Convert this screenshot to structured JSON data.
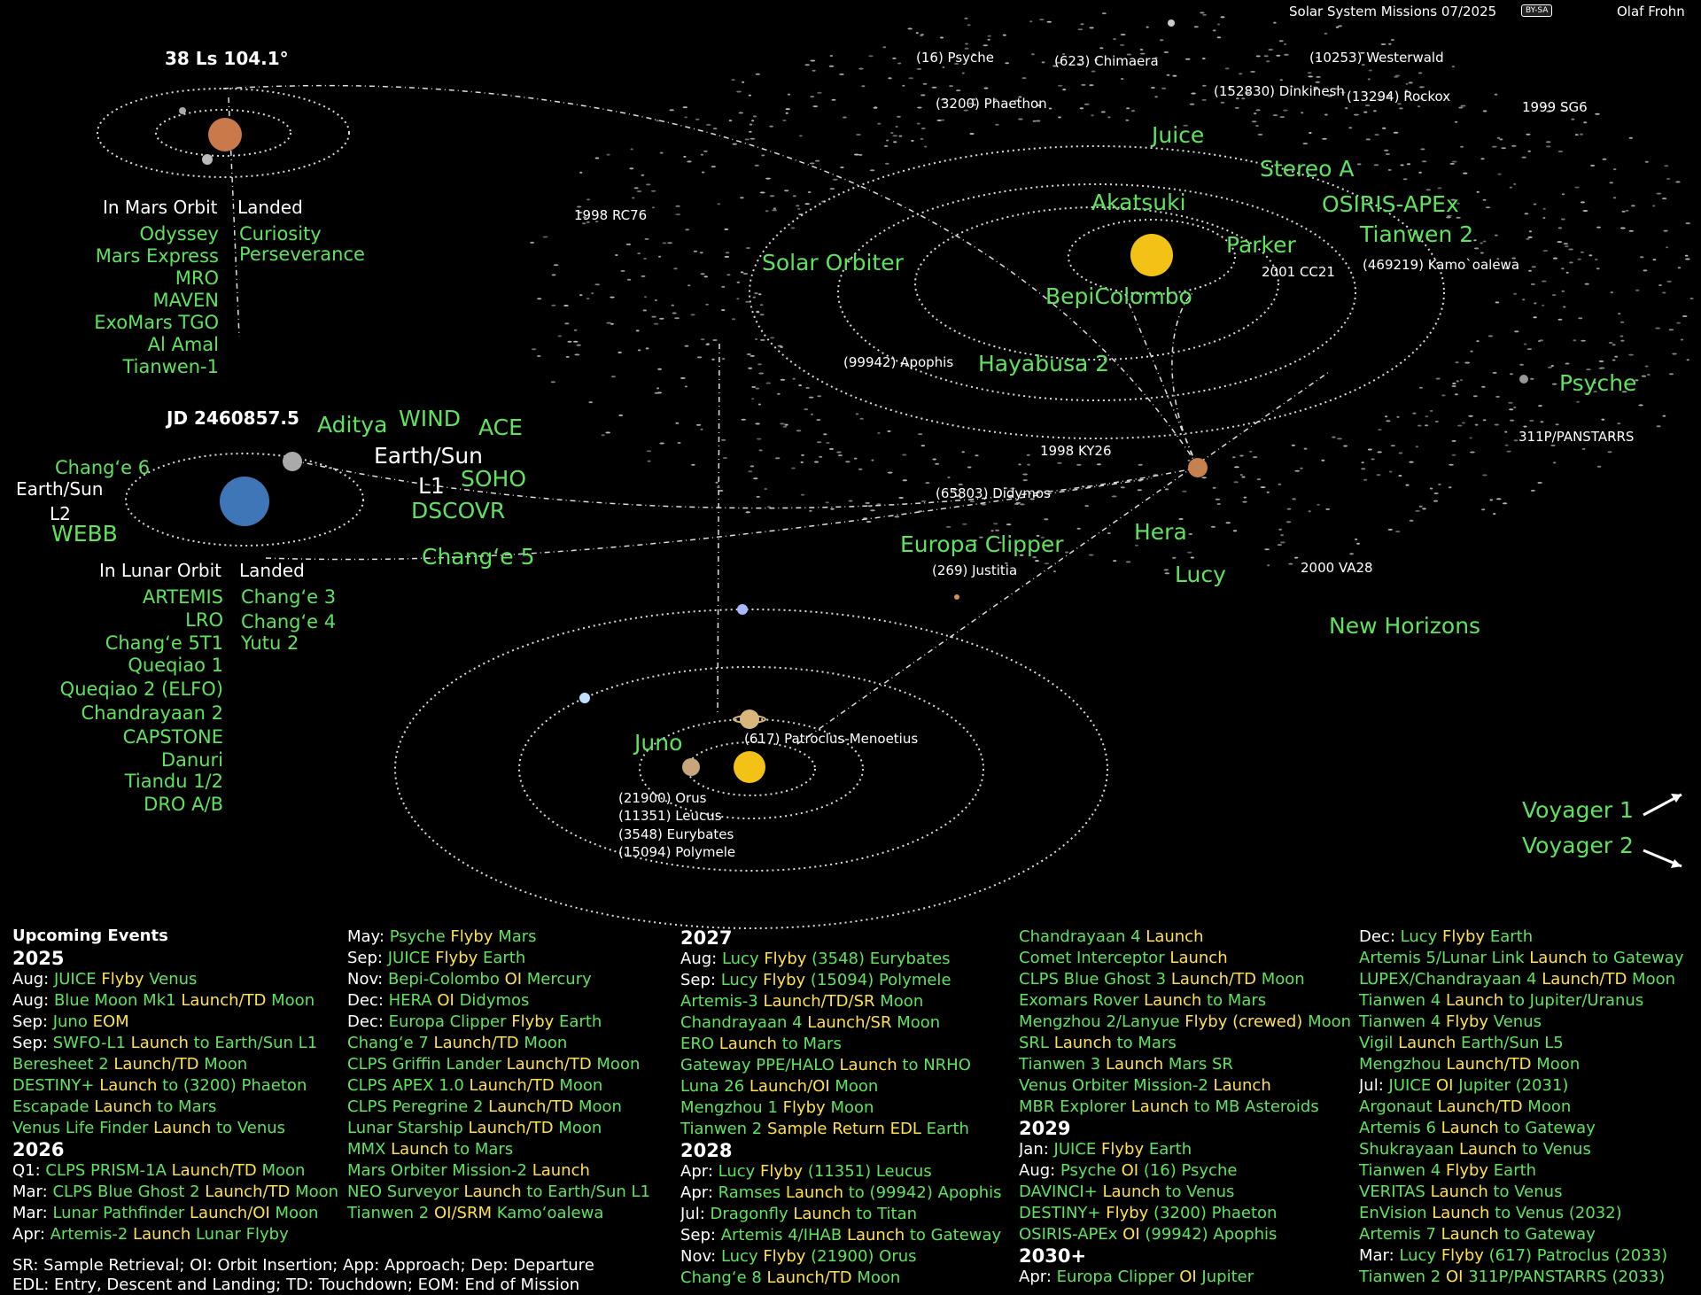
{
  "header": {
    "title": "Solar System Missions 07/2025",
    "license": "BY-SA",
    "author": "Olaf Frohn"
  },
  "mars_panel": {
    "caption": "38 Ls 104.1°",
    "orbit_heading": "In Mars Orbit",
    "landed_heading": "Landed",
    "orbiters": [
      "Odyssey",
      "Mars Express",
      "MRO",
      "MAVEN",
      "ExoMars TGO",
      "Al Amal",
      "Tianwen-1"
    ],
    "landers": [
      "Curiosity",
      "Perseverance"
    ]
  },
  "earth_panel": {
    "caption": "JD 2460857.5",
    "l2_label_1": "Earth/Sun",
    "l2_label_2": "L2",
    "l1_label_1": "Earth/Sun",
    "l1_label_2": "L1",
    "l2_missions": [
      "Chang‘e 6",
      "WEBB"
    ],
    "l1_missions": [
      "Aditya",
      "WIND",
      "ACE",
      "SOHO",
      "DSCOVR"
    ],
    "change5": "Chang‘e 5",
    "lunar_orbit_heading": "In Lunar Orbit",
    "lunar_landed_heading": "Landed",
    "lunar_orbiters": [
      "ARTEMIS",
      "LRO",
      "Chang‘e 5T1",
      "Queqiao 1",
      "Queqiao 2 (ELFO)",
      "Chandrayaan 2",
      "CAPSTONE",
      "Danuri",
      "Tiandu 1/2",
      "DRO A/B"
    ],
    "lunar_landers": [
      "Chang‘e 3",
      "Chang‘e 4",
      "Yutu 2"
    ]
  },
  "inner_system": {
    "missions": [
      "Juice",
      "Stereo A",
      "Akatsuki",
      "OSIRIS-APEx",
      "Tianwen 2",
      "Parker",
      "Solar Orbiter",
      "BepiColombo",
      "Hayabusa 2",
      "Psyche",
      "Europa Clipper",
      "Hera",
      "Lucy",
      "New Horizons"
    ],
    "asteroids": [
      "(16) Psyche",
      "(623) Chimaera",
      "(10253) Westerwald",
      "(152830) Dinkinesh",
      "(13294) Rockox",
      "(3200) Phaethon",
      "1999 SG6",
      "1998 RC76",
      "2001 CC21",
      "(469219) Kamo`oalewa",
      "(99942) Apophis",
      "311P/PANSTARRS",
      "1998 KY26",
      "(65803) Didymos",
      "(269) Justitia",
      "2000 VA28"
    ]
  },
  "outer_system": {
    "mission": "Juno",
    "bodies": [
      "(617) Patroclus-Menoetius",
      "(21900) Orus",
      "(11351) Leucus",
      "(3548) Eurybates",
      "(15094) Polymele"
    ],
    "voyagers": [
      "Voyager 1",
      "Voyager 2"
    ]
  },
  "events": {
    "title": "Upcoming Events",
    "columns": [
      [
        {
          "t": "yr",
          "text": "2025"
        },
        {
          "d": "Aug:",
          "m": "JUICE",
          "a": "Flyby",
          "o": "Venus"
        },
        {
          "d": "Aug:",
          "m": "Blue Moon Mk1",
          "a": "Launch/TD",
          "o": "Moon"
        },
        {
          "d": "Sep:",
          "m": "Juno",
          "a": "EOM",
          "o": ""
        },
        {
          "d": "Sep:",
          "m": "SWFO-L1",
          "a": "Launch",
          "o": "to Earth/Sun L1"
        },
        {
          "d": "",
          "m": "Beresheet 2",
          "a": "Launch/TD",
          "o": "Moon"
        },
        {
          "d": "",
          "m": "DESTINY+",
          "a": "Launch",
          "o": "to (3200) Phaeton"
        },
        {
          "d": "",
          "m": "Escapade",
          "a": "Launch",
          "o": "to Mars"
        },
        {
          "d": "",
          "m": "Venus Life Finder",
          "a": "Launch",
          "o": "to Venus"
        },
        {
          "t": "yr",
          "text": "2026"
        },
        {
          "d": "Q1:",
          "m": "CLPS PRISM-1A",
          "a": "Launch/TD",
          "o": "Moon"
        },
        {
          "d": "Mar:",
          "m": "CLPS Blue Ghost 2",
          "a": "Launch/TD",
          "o": "Moon"
        },
        {
          "d": "Mar:",
          "m": "Lunar Pathfinder",
          "a": "Launch/OI",
          "o": "Moon"
        },
        {
          "d": "Apr:",
          "m": "Artemis-2",
          "a": "Launch",
          "o": "Lunar Flyby"
        }
      ],
      [
        {
          "d": "May:",
          "m": "Psyche",
          "a": "Flyby",
          "o": "Mars"
        },
        {
          "d": "Sep:",
          "m": "JUICE",
          "a": "Flyby",
          "o": "Earth"
        },
        {
          "d": "Nov:",
          "m": "Bepi-Colombo",
          "a": "OI",
          "o": "Mercury"
        },
        {
          "d": "Dec:",
          "m": "HERA",
          "a": "OI",
          "o": "Didymos"
        },
        {
          "d": "Dec:",
          "m": "Europa Clipper",
          "a": "Flyby",
          "o": "Earth"
        },
        {
          "d": "",
          "m": "Chang‘e 7",
          "a": "Launch/TD",
          "o": "Moon"
        },
        {
          "d": "",
          "m": "CLPS Griffin Lander",
          "a": "Launch/TD",
          "o": "Moon"
        },
        {
          "d": "",
          "m": "CLPS APEX 1.0",
          "a": "Launch/TD",
          "o": "Moon"
        },
        {
          "d": "",
          "m": "CLPS Peregrine 2",
          "a": "Launch/TD",
          "o": "Moon"
        },
        {
          "d": "",
          "m": "Lunar Starship",
          "a": "Launch/TD",
          "o": "Moon"
        },
        {
          "d": "",
          "m": "MMX",
          "a": "Launch",
          "o": "to Mars"
        },
        {
          "d": "",
          "m": "Mars Orbiter Mission-2",
          "a": "Launch",
          "o": ""
        },
        {
          "d": "",
          "m": "NEO Surveyor",
          "a": "Launch",
          "o": "to Earth/Sun L1"
        },
        {
          "d": "",
          "m": "Tianwen 2",
          "a": "OI/SRM",
          "o": "Kamo‘oalewa"
        }
      ],
      [
        {
          "t": "yr",
          "text": "2027"
        },
        {
          "d": "Aug:",
          "m": "Lucy",
          "a": "Flyby",
          "o": "(3548) Eurybates"
        },
        {
          "d": "Sep:",
          "m": "Lucy",
          "a": "Flyby",
          "o": "(15094) Polymele"
        },
        {
          "d": "",
          "m": "Artemis-3",
          "a": "Launch/TD/SR",
          "o": "Moon"
        },
        {
          "d": "",
          "m": "Chandrayaan 4",
          "a": "Launch/SR",
          "o": "Moon"
        },
        {
          "d": "",
          "m": "ERO",
          "a": "Launch",
          "o": "to Mars"
        },
        {
          "d": "",
          "m": "Gateway PPE/HALO",
          "a": "Launch",
          "o": "to NRHO"
        },
        {
          "d": "",
          "m": "Luna 26",
          "a": "Launch/OI",
          "o": "Moon"
        },
        {
          "d": "",
          "m": "Mengzhou 1",
          "a": "Flyby",
          "o": "Moon"
        },
        {
          "d": "",
          "m": "Tianwen 2",
          "a": "Sample Return EDL",
          "o": "Earth"
        },
        {
          "t": "yr",
          "text": "2028"
        },
        {
          "d": "Apr:",
          "m": "Lucy",
          "a": "Flyby",
          "o": "(11351) Leucus"
        },
        {
          "d": "Apr:",
          "m": "Ramses",
          "a": "Launch",
          "o": "to (99942) Apophis"
        },
        {
          "d": "Jul:",
          "m": "Dragonfly",
          "a": "Launch",
          "o": "to Titan"
        },
        {
          "d": "Sep:",
          "m": "Artemis 4/IHAB",
          "a": "Launch",
          "o": "to Gateway"
        },
        {
          "d": "Nov:",
          "m": "Lucy",
          "a": "Flyby",
          "o": "(21900) Orus"
        },
        {
          "d": "",
          "m": "Chang‘e 8",
          "a": "Launch/TD",
          "o": "Moon"
        }
      ],
      [
        {
          "d": "",
          "m": "Chandrayaan 4",
          "a": "Launch",
          "o": ""
        },
        {
          "d": "",
          "m": "Comet Interceptor",
          "a": "Launch",
          "o": ""
        },
        {
          "d": "",
          "m": "CLPS Blue Ghost 3",
          "a": "Launch/TD",
          "o": "Moon"
        },
        {
          "d": "",
          "m": "Exomars Rover",
          "a": "Launch",
          "o": "to Mars"
        },
        {
          "d": "",
          "m": "Mengzhou 2/Lanyue",
          "a": "Flyby (crewed)",
          "o": "Moon"
        },
        {
          "d": "",
          "m": "SRL",
          "a": "Launch",
          "o": "to Mars"
        },
        {
          "d": "",
          "m": "Tianwen 3",
          "a": "Launch",
          "o": "Mars SR"
        },
        {
          "d": "",
          "m": "Venus Orbiter Mission-2",
          "a": "Launch",
          "o": ""
        },
        {
          "d": "",
          "m": "MBR Explorer",
          "a": "Launch",
          "o": "to MB Asteroids"
        },
        {
          "t": "yr",
          "text": "2029"
        },
        {
          "d": "Jan:",
          "m": "JUICE",
          "a": "Flyby",
          "o": "Earth"
        },
        {
          "d": "Aug:",
          "m": "Psyche",
          "a": "OI",
          "o": "(16) Psyche"
        },
        {
          "d": "",
          "m": "DAVINCI+",
          "a": "Launch",
          "o": "to Venus"
        },
        {
          "d": "",
          "m": "DESTINY+",
          "a": "Flyby",
          "o": "(3200) Phaeton"
        },
        {
          "d": "",
          "m": "OSIRIS-APEx",
          "a": "OI",
          "o": "(99942) Apophis"
        },
        {
          "t": "yr",
          "text": "2030+"
        },
        {
          "d": "Apr:",
          "m": "Europa Clipper",
          "a": "OI",
          "o": "Jupiter"
        }
      ],
      [
        {
          "d": "Dec:",
          "m": "Lucy",
          "a": "Flyby",
          "o": "Earth"
        },
        {
          "d": "",
          "m": "Artemis 5/Lunar Link",
          "a": "Launch",
          "o": "to Gateway"
        },
        {
          "d": "",
          "m": "LUPEX/Chandrayaan 4",
          "a": "Launch/TD",
          "o": "Moon"
        },
        {
          "d": "",
          "m": "Tianwen 4",
          "a": "Launch",
          "o": "to Jupiter/Uranus"
        },
        {
          "d": "",
          "m": "Tianwen 4",
          "a": "Flyby",
          "o": "Venus"
        },
        {
          "d": "",
          "m": "Vigil",
          "a": "Launch",
          "o": "Earth/Sun L5"
        },
        {
          "d": "",
          "m": "Mengzhou",
          "a": "Launch/TD",
          "o": "Moon"
        },
        {
          "d": "Jul:",
          "m": "JUICE",
          "a": "OI",
          "o": "Jupiter (2031)"
        },
        {
          "d": "",
          "m": "Argonaut",
          "a": "Launch/TD",
          "o": "Moon"
        },
        {
          "d": "",
          "m": "Artemis 6",
          "a": "Launch",
          "o": "to Gateway"
        },
        {
          "d": "",
          "m": "Shukrayaan",
          "a": "Launch",
          "o": "to Venus"
        },
        {
          "d": "",
          "m": "Tianwen 4",
          "a": "Flyby",
          "o": "Earth"
        },
        {
          "d": "",
          "m": "VERITAS",
          "a": "Launch",
          "o": "to Venus"
        },
        {
          "d": "",
          "m": "EnVision",
          "a": "Launch",
          "o": "to Venus (2032)"
        },
        {
          "d": "",
          "m": "Artemis 7",
          "a": "Launch",
          "o": "to Gateway"
        },
        {
          "d": "Mar:",
          "m": "Lucy",
          "a": "Flyby",
          "o": "(617) Patroclus (2033)"
        },
        {
          "d": "",
          "m": "Tianwen 2",
          "a": "OI",
          "o": "311P/PANSTARRS (2033)"
        }
      ]
    ]
  },
  "legend": {
    "line1": "SR: Sample Retrieval; OI: Orbit Insertion; App: Approach; Dep: Departure",
    "line2": "EDL: Entry, Descent and Landing; TD: Touchdown; EOM: End of Mission"
  },
  "colors": {
    "mission": "#5fe35f",
    "action": "#ffe14a",
    "label": "#ffffff",
    "background": "#000000"
  }
}
